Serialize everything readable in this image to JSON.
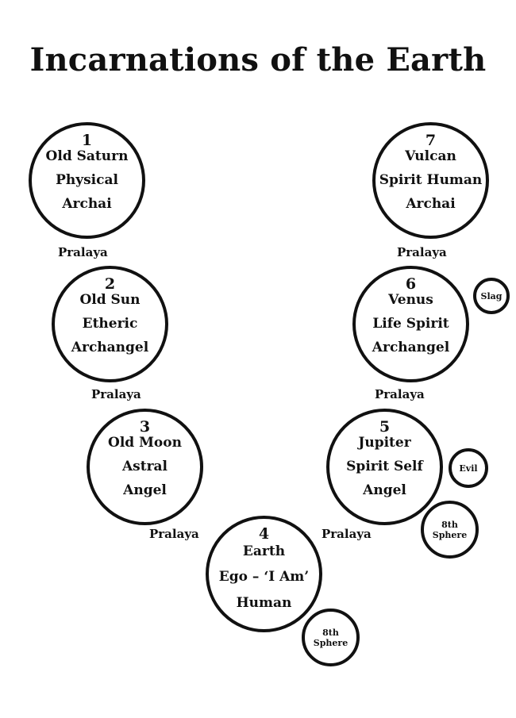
{
  "title": "Incarnations of the Earth",
  "stages": [
    {
      "number": "1",
      "name": "Old Saturn",
      "body": "Physical",
      "being": "Archai"
    },
    {
      "number": "2",
      "name": "Old Sun",
      "body": "Etheric",
      "being": "Archangel"
    },
    {
      "number": "3",
      "name": "Old Moon",
      "body": "Astral",
      "being": "Angel"
    },
    {
      "number": "4",
      "name": "Earth",
      "body": "Ego – ‘I Am’",
      "being": "Human"
    },
    {
      "number": "5",
      "name": "Jupiter",
      "body": "Spirit Self",
      "being": "Angel"
    },
    {
      "number": "6",
      "name": "Venus",
      "body": "Life Spirit",
      "being": "Archangel"
    },
    {
      "number": "7",
      "name": "Vulcan",
      "body": "Spirit Human",
      "being": "Archai"
    }
  ],
  "pralaya_label": "Pralaya",
  "side_bodies": {
    "slag": "Slag",
    "evil": "Evil",
    "eighth_sphere_line1": "8th",
    "eighth_sphere_line2": "Sphere"
  }
}
